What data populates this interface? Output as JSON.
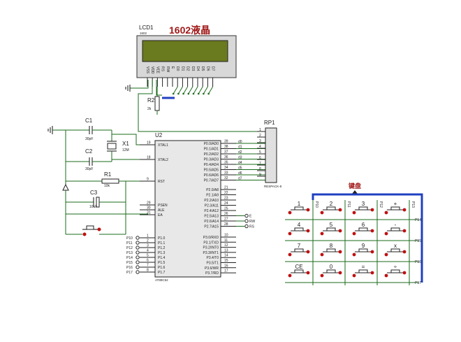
{
  "lcd": {
    "ref": "LCD1",
    "part": "1602",
    "title": "1602液晶",
    "pins": [
      "VSS",
      "VDD",
      "VEE",
      "RS",
      "RW",
      "E",
      "D0",
      "D1",
      "D2",
      "D3",
      "D4",
      "D5",
      "D6",
      "D7"
    ]
  },
  "r2": {
    "ref": "R2",
    "value": "2k"
  },
  "c1": {
    "ref": "C1",
    "value": "30pF"
  },
  "c2": {
    "ref": "C2",
    "value": "30pF"
  },
  "x1": {
    "ref": "X1",
    "value": "12M"
  },
  "r1": {
    "ref": "R1",
    "value": "10k"
  },
  "c3": {
    "ref": "C3",
    "value": "10uF"
  },
  "u2": {
    "ref": "U2",
    "part": "AT89C52",
    "left_pins": [
      {
        "num": "19",
        "name": "XTAL1"
      },
      {
        "num": "18",
        "name": "XTAL2"
      },
      {
        "num": "9",
        "name": "RST"
      },
      {
        "num": "29",
        "name": "PSEN"
      },
      {
        "num": "30",
        "name": "ALE"
      },
      {
        "num": "31",
        "name": "EA"
      },
      {
        "num": "1",
        "name": "P1.0"
      },
      {
        "num": "2",
        "name": "P1.1"
      },
      {
        "num": "3",
        "name": "P1.2"
      },
      {
        "num": "4",
        "name": "P1.3"
      },
      {
        "num": "5",
        "name": "P1.4"
      },
      {
        "num": "6",
        "name": "P1.5"
      },
      {
        "num": "7",
        "name": "P1.6"
      },
      {
        "num": "8",
        "name": "P1.7"
      }
    ],
    "right_pins": [
      {
        "num": "39",
        "name": "P0.0/AD0"
      },
      {
        "num": "38",
        "name": "P0.1/AD1"
      },
      {
        "num": "37",
        "name": "P0.2/AD2"
      },
      {
        "num": "36",
        "name": "P0.3/AD3"
      },
      {
        "num": "35",
        "name": "P0.4/AD4"
      },
      {
        "num": "34",
        "name": "P0.5/AD5"
      },
      {
        "num": "33",
        "name": "P0.6/AD6"
      },
      {
        "num": "32",
        "name": "P0.7/AD7"
      },
      {
        "num": "21",
        "name": "P2.0/A8"
      },
      {
        "num": "22",
        "name": "P2.1/A9"
      },
      {
        "num": "23",
        "name": "P2.2/A10"
      },
      {
        "num": "24",
        "name": "P2.3/A11"
      },
      {
        "num": "25",
        "name": "P2.4/A12"
      },
      {
        "num": "26",
        "name": "P2.5/A13"
      },
      {
        "num": "27",
        "name": "P2.6/A14"
      },
      {
        "num": "28",
        "name": "P2.7/A15"
      },
      {
        "num": "10",
        "name": "P3.0/RXD"
      },
      {
        "num": "11",
        "name": "P3.1/TXD"
      },
      {
        "num": "12",
        "name": "P3.2/INT0"
      },
      {
        "num": "13",
        "name": "P3.3/INT1"
      },
      {
        "num": "14",
        "name": "P3.4/T0"
      },
      {
        "num": "15",
        "name": "P3.5/T1"
      },
      {
        "num": "16",
        "name": "P3.6/WR"
      },
      {
        "num": "17",
        "name": "P3.7/RD"
      }
    ],
    "p0_nets": [
      "d0",
      "d1",
      "d2",
      "d3",
      "d4",
      "d5",
      "d6",
      "d7"
    ],
    "p2_nets": [
      "E",
      "RW",
      "RS"
    ],
    "p1_nets": [
      "P10",
      "P11",
      "P12",
      "P13",
      "P14",
      "P15",
      "P16",
      "P17"
    ]
  },
  "rp1": {
    "ref": "RP1",
    "part": "RESPACK-8",
    "pins": [
      "1",
      "2",
      "3",
      "4",
      "5",
      "6",
      "7",
      "8",
      "9"
    ]
  },
  "keypad": {
    "title": "键盘",
    "keys": [
      "1",
      "2",
      "3",
      "+",
      "4",
      "5",
      "6",
      "-",
      "7",
      "8",
      "9",
      "x",
      "CE",
      "0",
      "=",
      "÷"
    ],
    "col_nets": [
      "P10",
      "P11",
      "P12",
      "P13"
    ],
    "row_nets": [
      "P14",
      "P15",
      "P16",
      "P17"
    ]
  }
}
